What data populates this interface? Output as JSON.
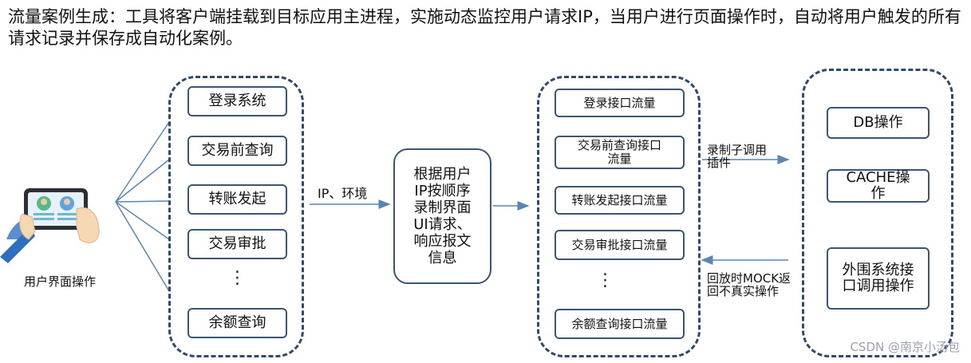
{
  "title": "流量案例生成：工具将客户端挂载到目标应用主进程，实施动态监控用户请求IP，当用户进行页面操作时，自动将用户触发的所有请求记录并保存成自动化案例。",
  "user_label": "用户界面操作",
  "ui_ops": [
    "登录系统",
    "交易前查询",
    "转账发起",
    "交易审批",
    "余额查询"
  ],
  "ellipsis": "⋮",
  "arrow_label_ip": "IP、环境",
  "center_box_lines": [
    "根据用户",
    "IP按顺序",
    "录制界面",
    "UI请求、",
    "响应报文",
    "信息"
  ],
  "interface_flows": [
    "登录接口流量",
    "交易前查询接口流量",
    "转账发起接口流量",
    "交易审批接口流量",
    "余额查询接口流量"
  ],
  "right_label_record": "录制子调用插件",
  "right_label_mock": "回放时MOCK返回不真实操作",
  "backend_ops": [
    "DB操作",
    "CACHE操作",
    "外围系统接口调用操作"
  ],
  "watermark": "CSDN @南京小汤包",
  "colors": {
    "stroke": "#3b5673",
    "dashed": "#2f4a6b",
    "arrow": "#5b86b3"
  }
}
